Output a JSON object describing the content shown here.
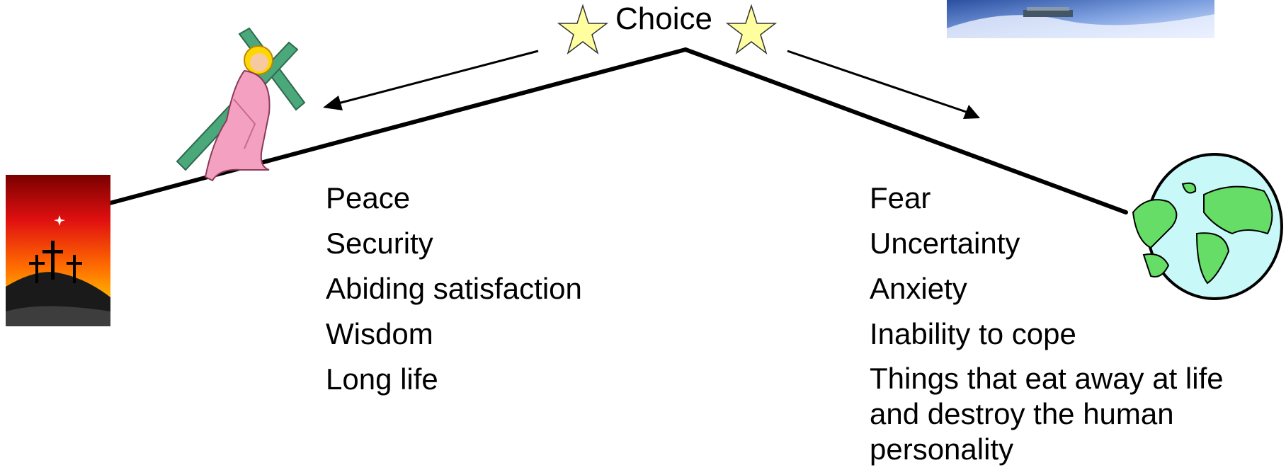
{
  "title": "Choice",
  "good_path": {
    "items": [
      "Peace",
      "Security",
      "Abiding satisfaction",
      "Wisdom",
      "Long life"
    ]
  },
  "bad_path": {
    "items": [
      "Fear",
      "Uncertainty",
      "Anxiety",
      "Inability to cope",
      "Things that eat away at life and destroy the human personality"
    ]
  },
  "icons": {
    "left_end": "calvary-crosses-sunset-icon",
    "left_figure": "jesus-carrying-cross-icon",
    "right_end": "globe-icon",
    "top_right": "snowy-mountain-photo",
    "choice_markers": "star-icon"
  },
  "colors": {
    "line": "#000000",
    "star_fill": "#ffffa0",
    "globe_ocean": "#c8f8f8",
    "globe_land": "#66dd66",
    "figure_robe": "#f4a0c0",
    "cross": "#4aa87a"
  }
}
